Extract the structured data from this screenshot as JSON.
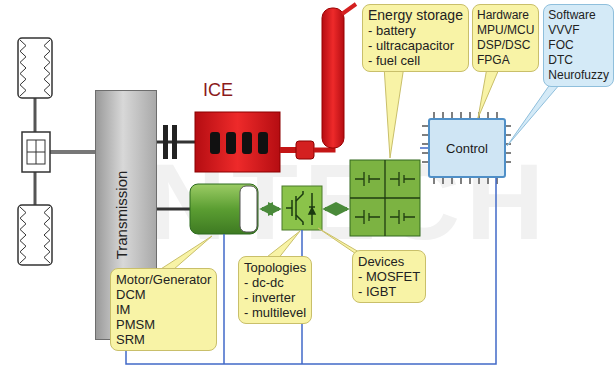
{
  "diagram": {
    "nodes": [
      {
        "text": [
          "Energy storage",
          "- battery",
          "- ultracapacitor",
          "- fuel cell"
        ]
      },
      {
        "text": [
          "Hardware",
          "MPU/MCU",
          "DSP/DSC",
          "FPGA"
        ]
      },
      {
        "text": [
          "Software",
          "VVVF",
          "FOC",
          "DTC",
          "Neurofuzzy"
        ]
      },
      {
        "text": [
          "Transmission"
        ]
      },
      {
        "text": [
          "ICE"
        ]
      },
      {
        "text": [
          "Control"
        ]
      },
      {
        "text": [
          "Motor/Generator",
          "DCM",
          "IM",
          "PMSM",
          "SRM"
        ]
      },
      {
        "text": [
          "Topologies",
          "- dc-dc",
          "- inverter",
          "- multilevel"
        ]
      },
      {
        "text": [
          "Devices",
          "- MOSFET",
          "- IGBT"
        ]
      }
    ],
    "edges": [
      {
        "from": 5,
        "to": 3,
        "arrow": "none"
      }
    ],
    "labels": [
      "INTECH"
    ]
  }
}
